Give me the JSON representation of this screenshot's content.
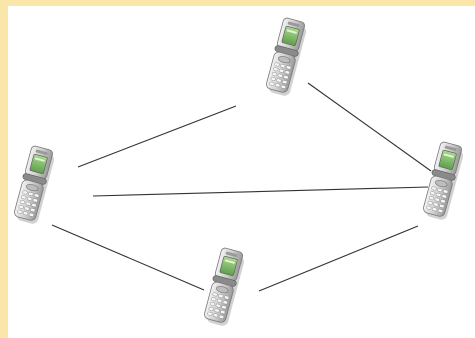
{
  "diagram": {
    "type": "network",
    "nodes": [
      {
        "id": "top",
        "icon": "flip-phone-icon"
      },
      {
        "id": "left",
        "icon": "flip-phone-icon"
      },
      {
        "id": "right",
        "icon": "flip-phone-icon"
      },
      {
        "id": "bottom",
        "icon": "flip-phone-icon"
      }
    ],
    "edges": [
      {
        "from": "left",
        "to": "top"
      },
      {
        "from": "top",
        "to": "right"
      },
      {
        "from": "left",
        "to": "right"
      },
      {
        "from": "left",
        "to": "bottom"
      },
      {
        "from": "bottom",
        "to": "right"
      }
    ],
    "colors": {
      "border": "#fbe6a9",
      "background": "#ffffff",
      "edge": "#333333",
      "phone_body": "#d9d9d9",
      "phone_screen": "#7fbf6a"
    }
  }
}
